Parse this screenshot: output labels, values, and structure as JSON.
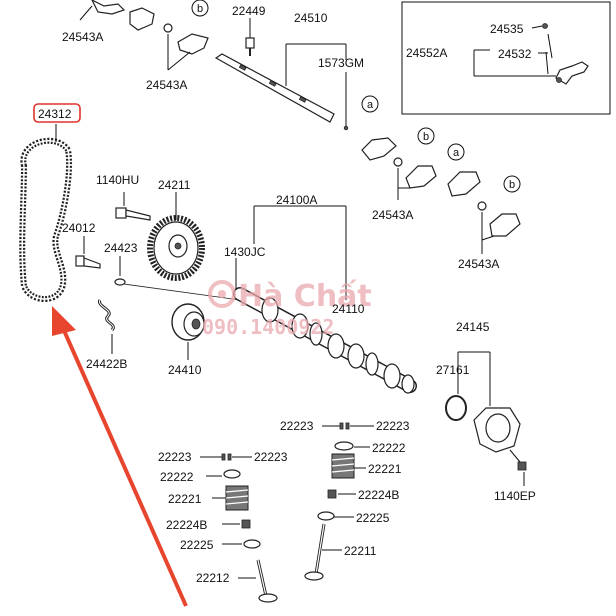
{
  "labels": {
    "l_24543a_1": "24543A",
    "l_22449": "22449",
    "l_24510": "24510",
    "l_1573gm": "1573GM",
    "l_24543a_2": "24543A",
    "l_24535": "24535",
    "l_24552a": "24552A",
    "l_24532": "24532",
    "l_24312": "24312",
    "l_1140hu": "1140HU",
    "l_24211": "24211",
    "l_24100a": "24100A",
    "l_24012": "24012",
    "l_24423": "24423",
    "l_1430jc": "1430JC",
    "l_24543a_3": "24543A",
    "l_24543a_4": "24543A",
    "l_24110": "24110",
    "l_24145": "24145",
    "l_24422b": "24422B",
    "l_24410": "24410",
    "l_27161": "27161",
    "l_22223_a": "22223",
    "l_22223_b": "22223",
    "l_22222_a": "22222",
    "l_22223_c": "22223",
    "l_22223_d": "22223",
    "l_22221_a": "22221",
    "l_22222_b": "22222",
    "l_22224b_a": "22224B",
    "l_22221_b": "22221",
    "l_22225_a": "22225",
    "l_22224b_b": "22224B",
    "l_22211": "22211",
    "l_22225_b": "22225",
    "l_22212": "22212",
    "l_1140ep": "1140EP"
  },
  "callouts": {
    "a": "a",
    "b": "b"
  },
  "watermark": {
    "brand": "Hà Chất",
    "phone": "090.1400922"
  },
  "colors": {
    "highlight": "#e0342b",
    "arrow": "#e8452f",
    "ink": "#111111",
    "watermark": "#e9a9ae"
  }
}
